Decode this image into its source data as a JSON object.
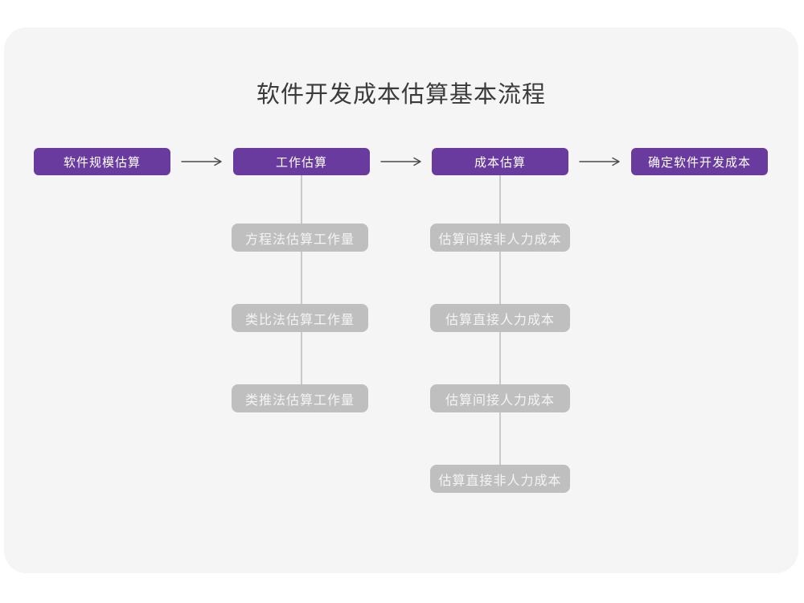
{
  "page": {
    "title": "软件开发成本估算基本流程"
  },
  "colors": {
    "canvas_background": "#f5f5f6",
    "primary_node": "#6a3b9f",
    "sub_node": "#bfbfbf",
    "connector_line": "#c9c9c9",
    "arrow": "#4a4a4a",
    "title_text": "#3b3b3b"
  },
  "flow": {
    "main_nodes": [
      {
        "label": "软件规模估算"
      },
      {
        "label": "工作估算"
      },
      {
        "label": "成本估算"
      },
      {
        "label": "确定软件开发成本"
      }
    ],
    "work_estimation_methods": [
      {
        "label": "方程法估算工作量"
      },
      {
        "label": "类比法估算工作量"
      },
      {
        "label": "类推法估算工作量"
      }
    ],
    "cost_estimation_steps": [
      {
        "label": "估算间接非人力成本"
      },
      {
        "label": "估算直接人力成本"
      },
      {
        "label": "估算间接人力成本"
      },
      {
        "label": "估算直接非人力成本"
      }
    ]
  }
}
